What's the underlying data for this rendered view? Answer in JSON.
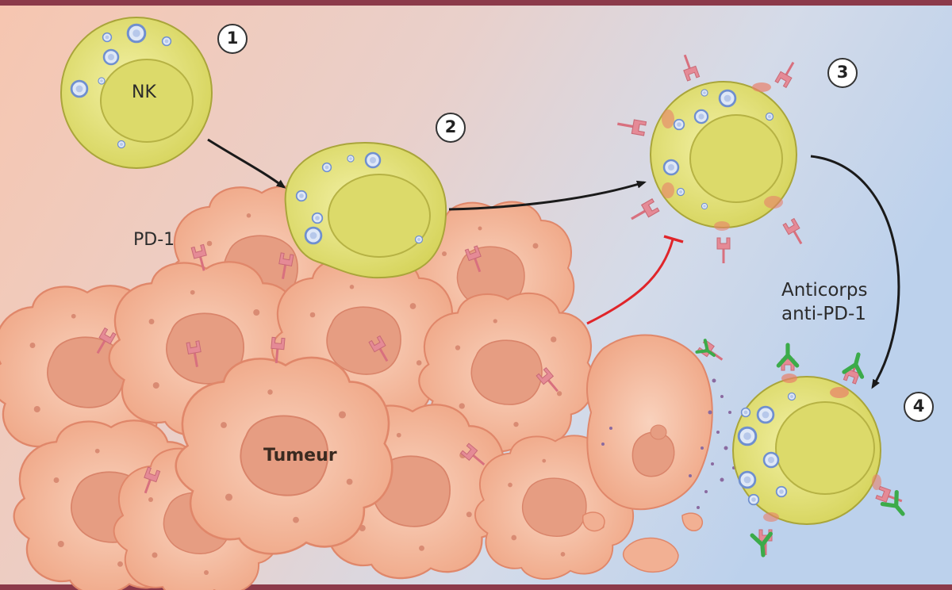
{
  "labels": {
    "nk": "NK",
    "pd1": "PD-1",
    "tumor": "Tumeur",
    "antibody_line1": "Anticorps",
    "antibody_line2": "anti-PD-1"
  },
  "steps": [
    "1",
    "2",
    "3",
    "4"
  ],
  "colors": {
    "border": "#8c3a4a",
    "nk_cell": "#e5e37a",
    "nk_nucleus": "#dcda6a",
    "tumor_cell": "#f2b093",
    "tumor_outline": "#e0876a",
    "receptor": "#e58a96",
    "antibody": "#3cab4a",
    "arrow": "#1a1a1a",
    "inhibition": "#e0252a",
    "granule": "#9fb3dc"
  }
}
